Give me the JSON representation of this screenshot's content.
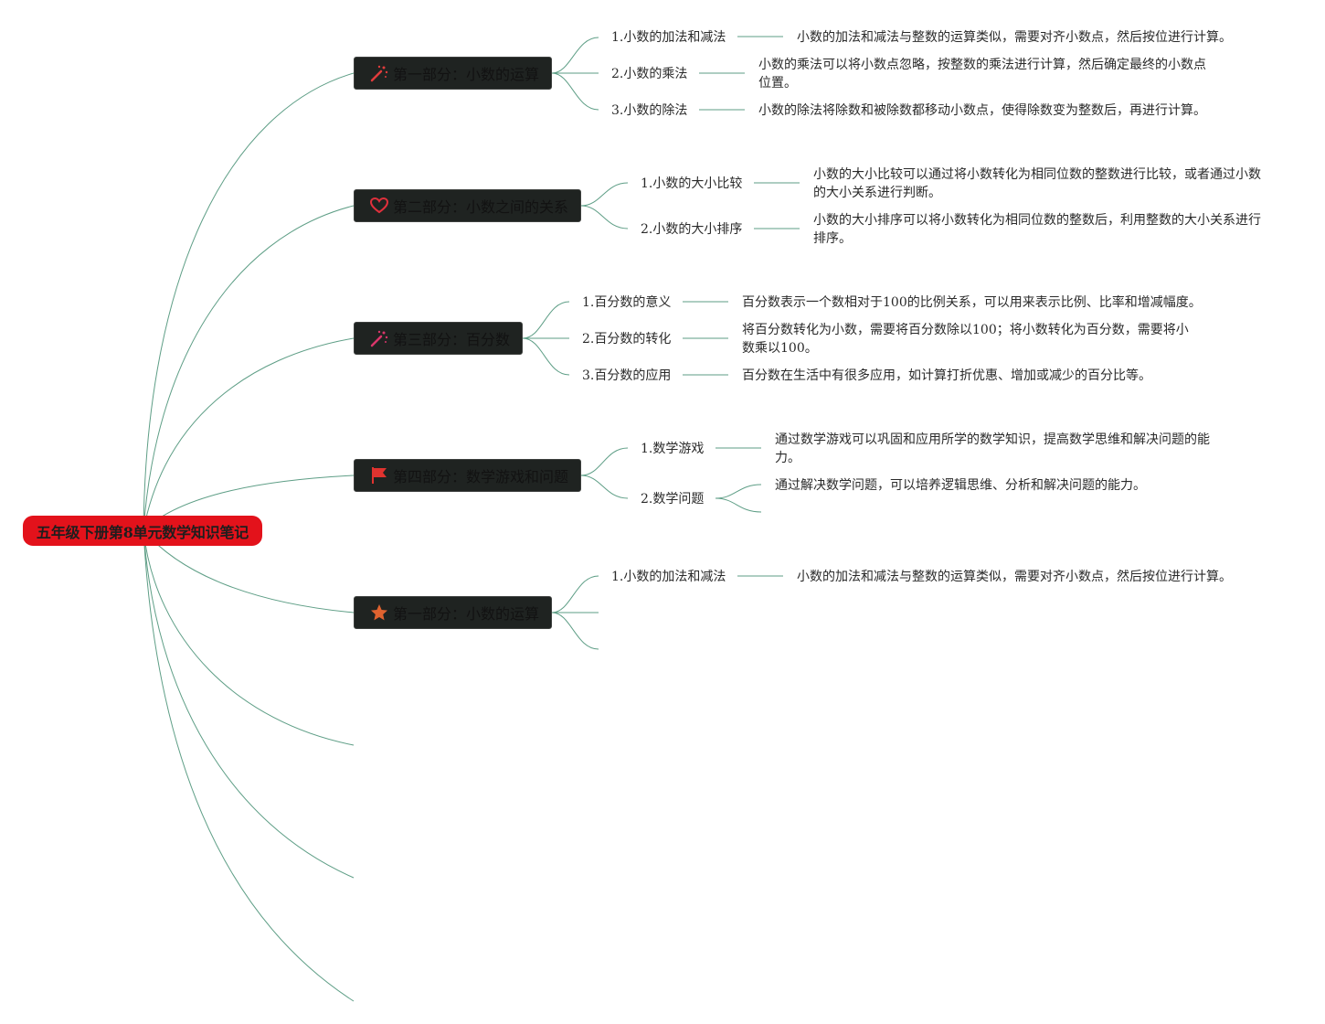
{
  "root": {
    "label": "五年级下册第8单元数学知识笔记"
  },
  "branches": [
    {
      "label": "第一部分：小数的运算",
      "icon": "wand-icon",
      "children": [
        {
          "label": "1.小数的加法和减法",
          "detail": "小数的加法和减法与整数的运算类似，需要对齐小数点，然后按位进行计算。"
        },
        {
          "label": "2.小数的乘法",
          "detail": "小数的乘法可以将小数点忽略，按整数的乘法进行计算，然后确定最终的小数点位置。"
        },
        {
          "label": "3.小数的除法",
          "detail": "小数的除法将除数和被除数都移动小数点，使得除数变为整数后，再进行计算。"
        }
      ]
    },
    {
      "label": "第二部分：小数之间的关系",
      "icon": "heart-icon",
      "children": [
        {
          "label": "1.小数的大小比较",
          "detail": "小数的大小比较可以通过将小数转化为相同位数的整数进行比较，或者通过小数的大小关系进行判断。"
        },
        {
          "label": "2.小数的大小排序",
          "detail": "小数的大小排序可以将小数转化为相同位数的整数后，利用整数的大小关系进行排序。"
        }
      ]
    },
    {
      "label": "第三部分：百分数",
      "icon": "wand-icon",
      "children": [
        {
          "label": "1.百分数的意义",
          "detail": "百分数表示一个数相对于100的比例关系，可以用来表示比例、比率和增减幅度。"
        },
        {
          "label": "2.百分数的转化",
          "detail": "将百分数转化为小数，需要将百分数除以100；将小数转化为百分数，需要将小数乘以100。"
        },
        {
          "label": "3.百分数的应用",
          "detail": "百分数在生活中有很多应用，如计算打折优惠、增加或减少的百分比等。"
        }
      ]
    },
    {
      "label": "第四部分：数学游戏和问题",
      "icon": "flag-icon",
      "children": [
        {
          "label": "1.数学游戏",
          "detail": "通过数学游戏可以巩固和应用所学的数学知识，提高数学思维和解决问题的能力。"
        },
        {
          "label": "2.数学问题",
          "detail": "通过解决数学问题，可以培养逻辑思维、分析和解决问题的能力。"
        }
      ]
    },
    {
      "label": "第一部分：小数的运算",
      "icon": "star-icon",
      "children": [
        {
          "label": "1.小数的加法和减法",
          "detail": "小数的加法和减法与整数的运算类似，需要对齐小数点，然后按位进行计算。"
        }
      ]
    }
  ],
  "colors": {
    "root_fill": "#e3121b",
    "branch_fill": "#1f2321",
    "connector": "#5e9e86"
  }
}
